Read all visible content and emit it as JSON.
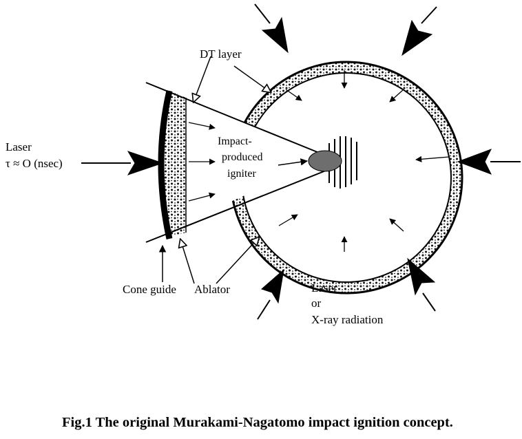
{
  "labels": {
    "dt_layer": "DT layer",
    "laser_left_1": "Laser",
    "laser_left_2": "τ ≈ O (nsec)",
    "impact_1": "Impact-",
    "impact_2": "produced",
    "impact_3": "igniter",
    "cone_guide": "Cone guide",
    "ablator": "Ablator",
    "laser_bottom_1": "Laser",
    "laser_bottom_2": "or",
    "laser_bottom_3": "X-ray radiation"
  },
  "caption": "Fig.1 The original Murakami-Nagatomo impact ignition concept."
}
